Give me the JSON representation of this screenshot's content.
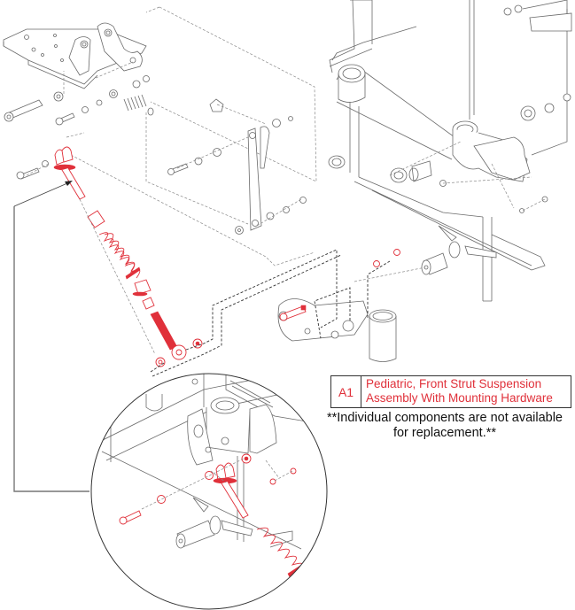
{
  "diagram": {
    "title": "Front Strut Suspension Exploded View",
    "highlight_color": "#e0303a",
    "line_color": "#6a6a6a",
    "detail_view": "circular-inset",
    "callout_arrow": "leader-from-inset-to-strut"
  },
  "legend": {
    "items": [
      {
        "code": "A1",
        "line1": "Pediatric, Front Strut Suspension",
        "line2": "Assembly With Mounting Hardware"
      }
    ]
  },
  "note": {
    "line1": "**Individual components are not available",
    "line2": "for replacement.**"
  }
}
